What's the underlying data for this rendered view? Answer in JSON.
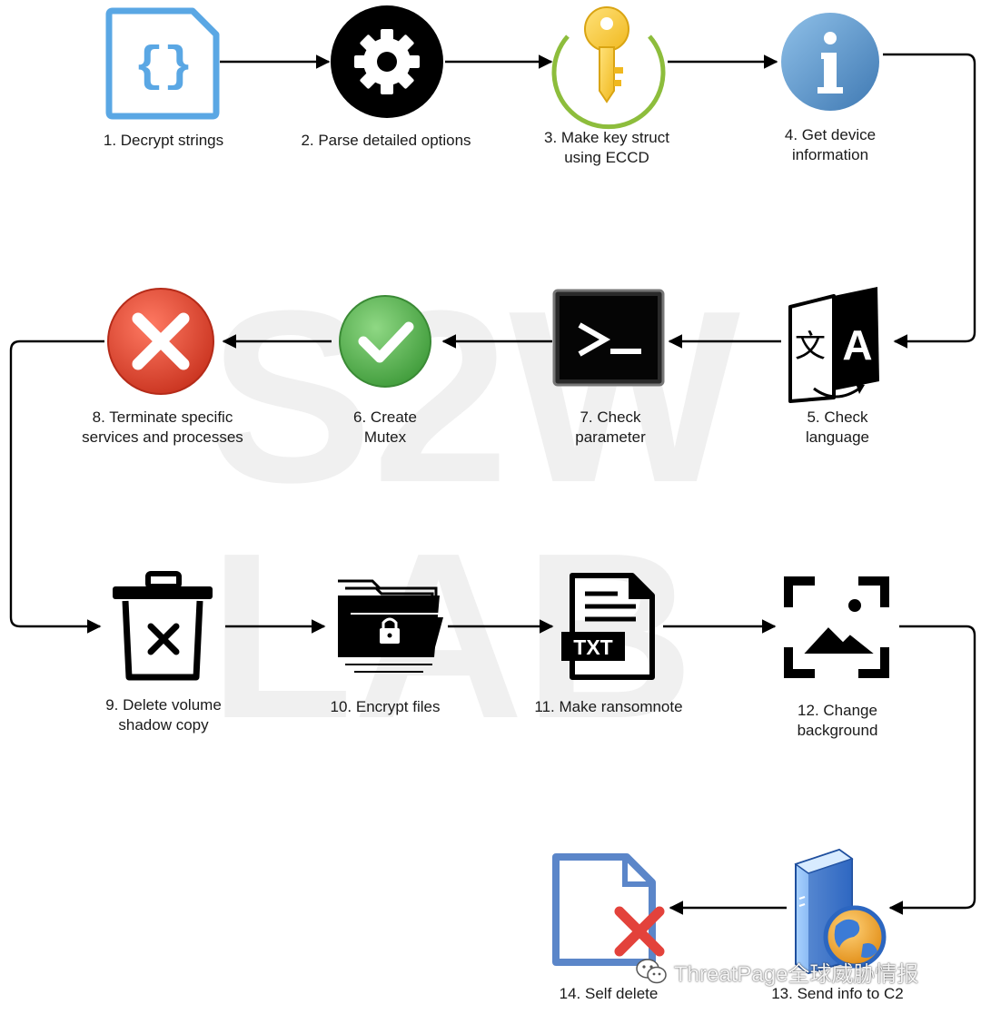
{
  "colors": {
    "arrow": "#000000",
    "watermark": "#efefef",
    "doc_blue": "#5aa7e4",
    "key_yellow": "#f6cc34",
    "key_ring": "#8dbd3c",
    "info_blue": "#6ea7d6",
    "check_green": "#69be5e",
    "error_red": "#e54b3c",
    "x_red": "#e3423b"
  },
  "steps": [
    {
      "id": "decrypt-strings",
      "label": "1. Decrypt strings",
      "icon": "json-file-icon"
    },
    {
      "id": "parse-detailed-options",
      "label": "2. Parse detailed options",
      "icon": "gear-icon"
    },
    {
      "id": "make-key-struct",
      "label": "3. Make key struct\nusing ECCD",
      "icon": "key-icon"
    },
    {
      "id": "get-device-information",
      "label": "4. Get device\ninformation",
      "icon": "info-icon"
    },
    {
      "id": "check-language",
      "label": "5. Check\nlanguage",
      "icon": "translate-icon"
    },
    {
      "id": "create-mutex",
      "label": "6. Create\nMutex",
      "icon": "check-circle-icon"
    },
    {
      "id": "check-parameter",
      "label": "7. Check\nparameter",
      "icon": "terminal-icon"
    },
    {
      "id": "terminate-services",
      "label": "8. Terminate specific\nservices and processes",
      "icon": "error-circle-icon"
    },
    {
      "id": "delete-shadow-copy",
      "label": "9. Delete volume\nshadow copy",
      "icon": "trash-x-icon"
    },
    {
      "id": "encrypt-files",
      "label": "10. Encrypt files",
      "icon": "locked-folder-icon"
    },
    {
      "id": "make-ransomnote",
      "label": "11. Make ransomnote",
      "icon": "txt-file-icon"
    },
    {
      "id": "change-background",
      "label": "12. Change\nbackground",
      "icon": "image-frame-icon"
    },
    {
      "id": "send-info-c2",
      "label": "13. Send info to C2",
      "icon": "server-globe-icon"
    },
    {
      "id": "self-delete",
      "label": "14. Self delete",
      "icon": "file-delete-icon"
    }
  ],
  "watermark": {
    "text": "ThreatPage全球威胁情报",
    "icon": "wechat-icon"
  }
}
